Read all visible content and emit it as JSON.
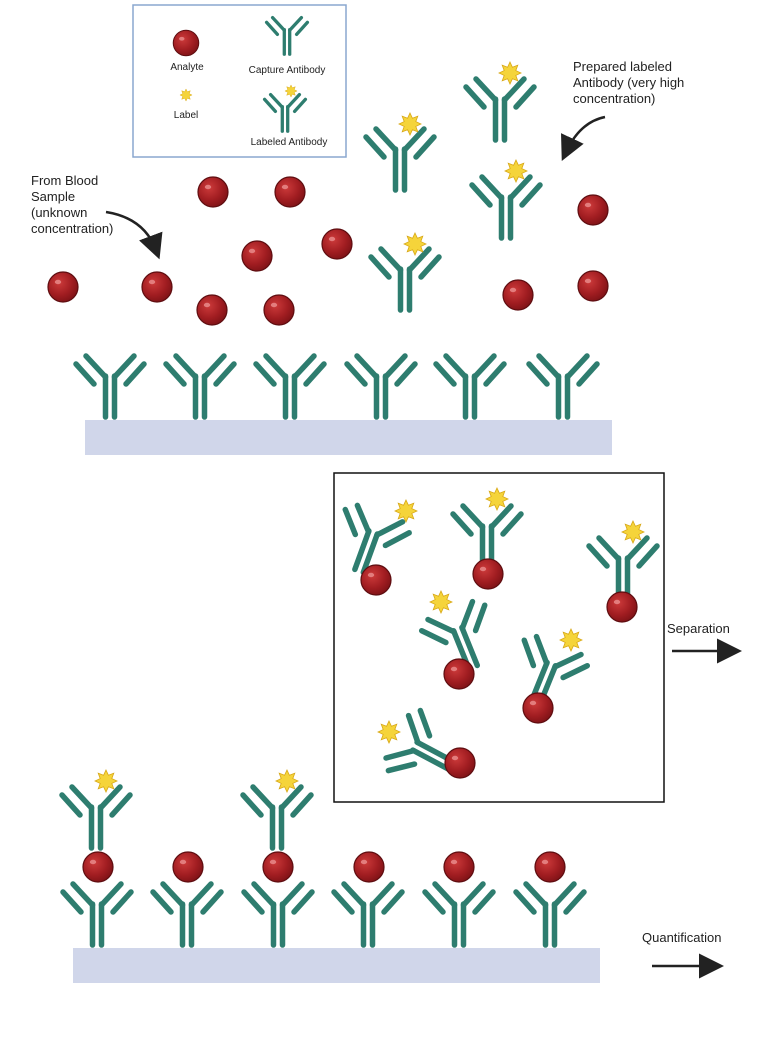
{
  "legend": {
    "analyte": "Analyte",
    "capture_antibody": "Capture Antibody",
    "label": "Label",
    "labeled_antibody": "Labeled Antibody"
  },
  "annotations": {
    "blood_sample": [
      "From Blood",
      "Sample",
      "(unknown",
      "concentration)"
    ],
    "prepared_antibody": [
      "Prepared labeled",
      "Antibody (very high",
      "concentration)"
    ],
    "separation": "Separation",
    "quantification": "Quantification"
  },
  "colors": {
    "antibody": "#2e7d6f",
    "analyte": "#a11d21",
    "label": "#f5d43a",
    "plate": "#d0d6ea",
    "arrow": "#222222"
  }
}
